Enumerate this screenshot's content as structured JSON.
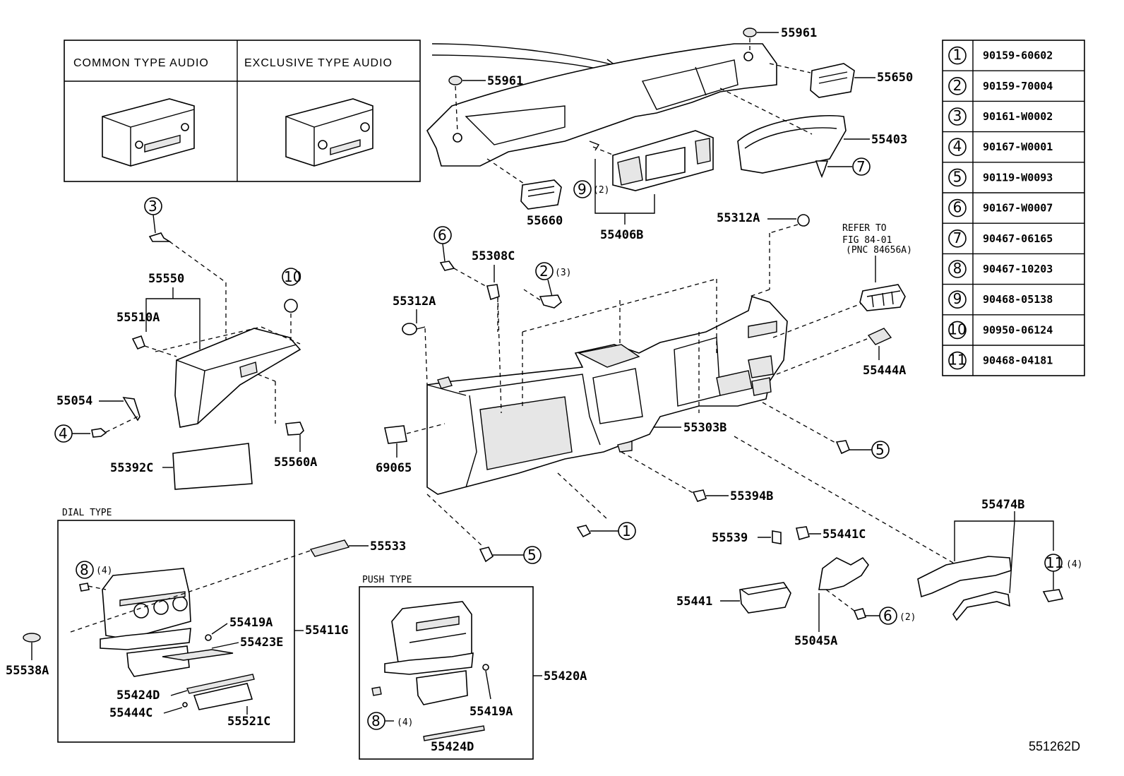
{
  "audio_panel": {
    "common_type": "COMMON TYPE AUDIO",
    "exclusive_type": "EXCLUSIVE TYPE AUDIO"
  },
  "parts": {
    "p55961_top": "55961",
    "p55961_left": "55961",
    "p55650": "55650",
    "p55403": "55403",
    "p55660": "55660",
    "p55406B": "55406B",
    "p55312A_top": "55312A",
    "p55312A_mid": "55312A",
    "p55550": "55550",
    "p55510A": "55510A",
    "p55054": "55054",
    "p55392C": "55392C",
    "p55560A": "55560A",
    "p55308C": "55308C",
    "p69065": "69065",
    "p55303B": "55303B",
    "p55444A": "55444A",
    "p55394B": "55394B",
    "p55474B": "55474B",
    "p55539": "55539",
    "p55441C": "55441C",
    "p55441": "55441",
    "p55045A": "55045A",
    "p55533": "55533",
    "p55538A": "55538A",
    "p55419A_dial": "55419A",
    "p55423E": "55423E",
    "p55411G": "55411G",
    "p55424D_dial": "55424D",
    "p55444C": "55444C",
    "p55521C": "55521C",
    "p55420A": "55420A",
    "p55419A_push": "55419A",
    "p55424D_push": "55424D"
  },
  "callouts": {
    "c9_qty": "(2)",
    "c2_qty": "(3)",
    "c8_dial_qty": "(4)",
    "c8_push_qty": "(4)",
    "c6_lower_qty": "(2)",
    "c11_qty": "(4)"
  },
  "refer": {
    "line1": "REFER TO",
    "line2": "FIG 84-01",
    "line3": "(PNC 84656A)"
  },
  "boxes": {
    "dial_type": "DIAL TYPE",
    "push_type": "PUSH TYPE"
  },
  "legend": [
    {
      "num": "1",
      "code": "90159-60602"
    },
    {
      "num": "2",
      "code": "90159-70004"
    },
    {
      "num": "3",
      "code": "90161-W0002"
    },
    {
      "num": "4",
      "code": "90167-W0001"
    },
    {
      "num": "5",
      "code": "90119-W0093"
    },
    {
      "num": "6",
      "code": "90167-W0007"
    },
    {
      "num": "7",
      "code": "90467-06165"
    },
    {
      "num": "8",
      "code": "90467-10203"
    },
    {
      "num": "9",
      "code": "90468-05138"
    },
    {
      "num": "10",
      "code": "90950-06124"
    },
    {
      "num": "11",
      "code": "90468-04181"
    }
  ],
  "figure_id": "551262D"
}
